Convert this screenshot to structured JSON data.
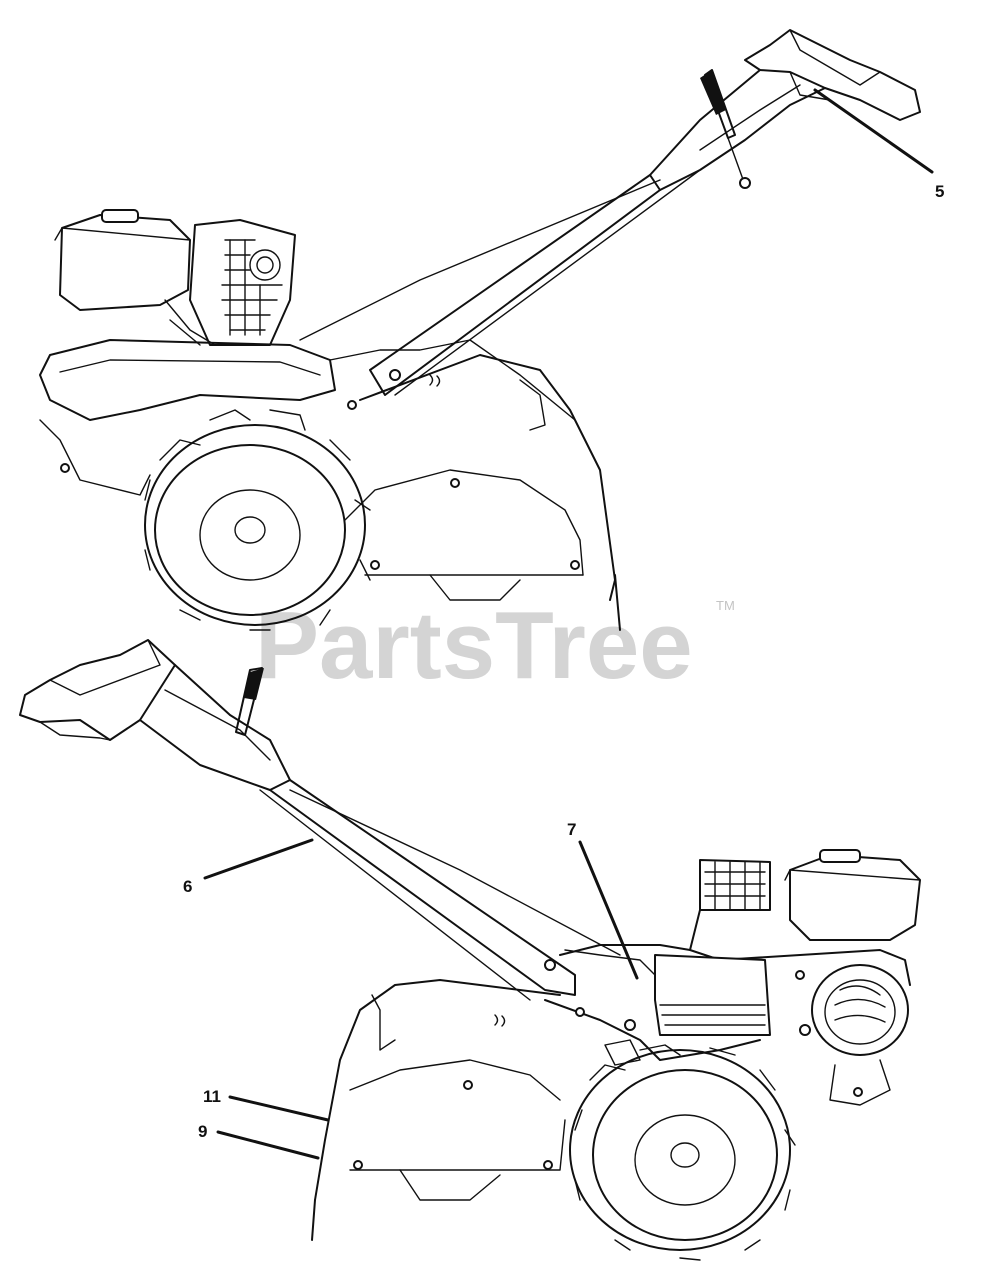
{
  "watermark": {
    "text": "PartsTree",
    "trademark": "TM"
  },
  "callouts": [
    {
      "id": "c5",
      "label": "5"
    },
    {
      "id": "c6",
      "label": "6"
    },
    {
      "id": "c7",
      "label": "7"
    },
    {
      "id": "c11",
      "label": "11"
    },
    {
      "id": "c9",
      "label": "9"
    }
  ]
}
